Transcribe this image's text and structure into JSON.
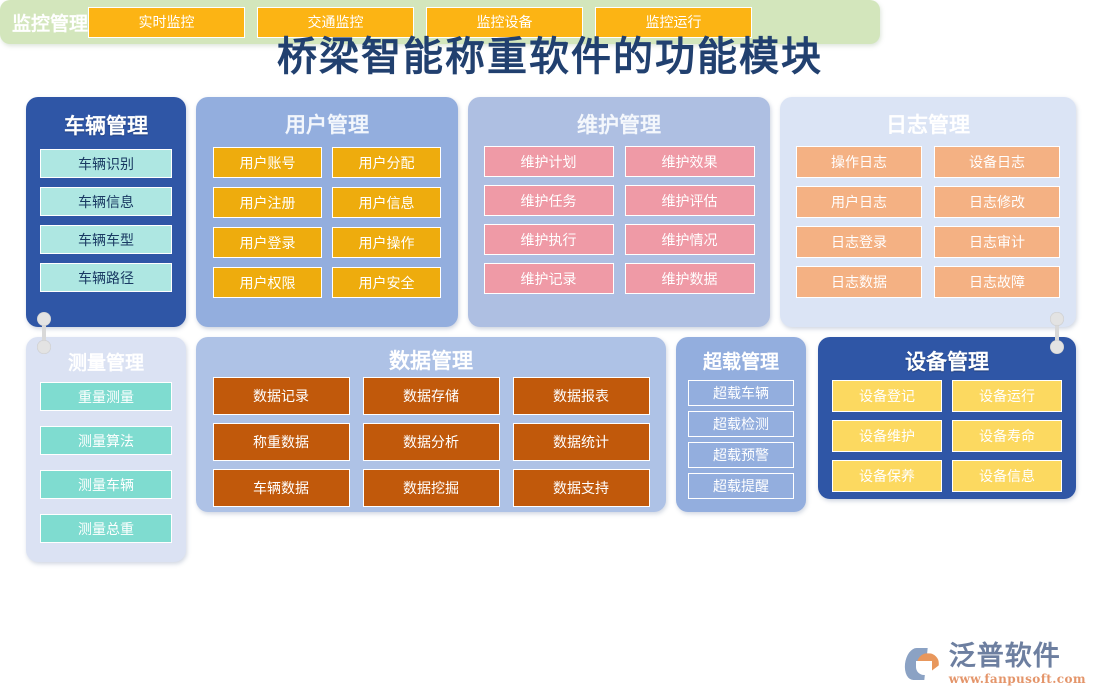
{
  "title": "桥梁智能称重软件的功能模块",
  "panels": {
    "vehicle": {
      "title": "车辆管理",
      "color": "#2f56a6",
      "tile_color": "#aee7e2",
      "items": [
        "车辆识别",
        "车辆信息",
        "车辆车型",
        "车辆路径"
      ]
    },
    "user": {
      "title": "用户管理",
      "color": "#93aede",
      "tile_color": "#eeac0d",
      "items": [
        "用户账号",
        "用户分配",
        "用户注册",
        "用户信息",
        "用户登录",
        "用户操作",
        "用户权限",
        "用户安全"
      ]
    },
    "maintenance": {
      "title": "维护管理",
      "color": "#aebfe2",
      "tile_color": "#ef9aa6",
      "items": [
        "维护计划",
        "维护效果",
        "维护任务",
        "维护评估",
        "维护执行",
        "维护情况",
        "维护记录",
        "维护数据"
      ]
    },
    "log": {
      "title": "日志管理",
      "color": "#dbe4f5",
      "tile_color": "#f4b183",
      "items": [
        "操作日志",
        "设备日志",
        "用户日志",
        "日志修改",
        "日志登录",
        "日志审计",
        "日志数据",
        "日志故障"
      ]
    },
    "measurement": {
      "title": "测量管理",
      "color": "#dbe2f3",
      "tile_color": "#7fdcd0",
      "items": [
        "重量测量",
        "测量算法",
        "测量车辆",
        "测量总重"
      ]
    },
    "data": {
      "title": "数据管理",
      "color": "#aec2e6",
      "tile_color": "#c1590b",
      "items": [
        "数据记录",
        "数据存储",
        "数据报表",
        "称重数据",
        "数据分析",
        "数据统计",
        "车辆数据",
        "数据挖掘",
        "数据支持"
      ]
    },
    "overload": {
      "title": "超载管理",
      "color": "#93aede",
      "tile_color": "transparent",
      "items": [
        "超载车辆",
        "超载检测",
        "超载预警",
        "超载提醒"
      ]
    },
    "device": {
      "title": "设备管理",
      "color": "#2f56a6",
      "tile_color": "#fcd960",
      "items": [
        "设备登记",
        "设备运行",
        "设备维护",
        "设备寿命",
        "设备保养",
        "设备信息"
      ]
    },
    "monitor": {
      "title": "监控管理",
      "color": "#d3e6bc",
      "tile_color": "#fcb414",
      "items": [
        "实时监控",
        "交通监控",
        "监控设备",
        "监控运行"
      ]
    }
  },
  "logo": {
    "brand": "泛普软件",
    "url": "www.fanpusoft.com"
  }
}
